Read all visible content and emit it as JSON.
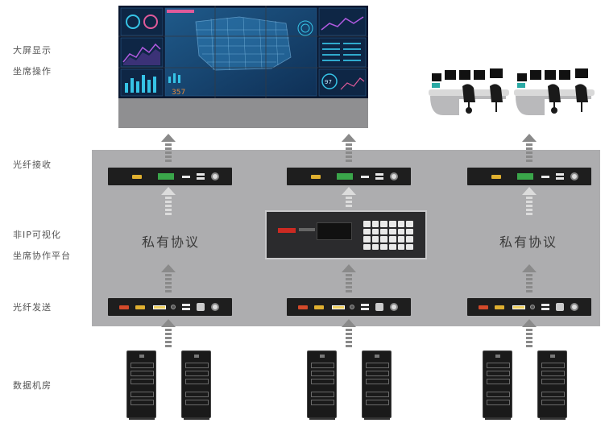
{
  "row_labels": {
    "display_line1": "大屏显示",
    "display_line2": "坐席操作",
    "fiber_receive": "光纤接收",
    "platform_line1": "非IP可视化",
    "platform_line2": "坐席协作平台",
    "fiber_send": "光纤发送",
    "data_room": "数据机房"
  },
  "protocol_labels": {
    "left": "私有协议",
    "right": "私有协议"
  },
  "wall_readout": {
    "value": "357",
    "gauge": "97"
  },
  "colors": {
    "platform": "#adadaf",
    "arrow": "#8a8a8a",
    "device": "#1e1e1e",
    "matrix_accent": "#cc2a22"
  }
}
